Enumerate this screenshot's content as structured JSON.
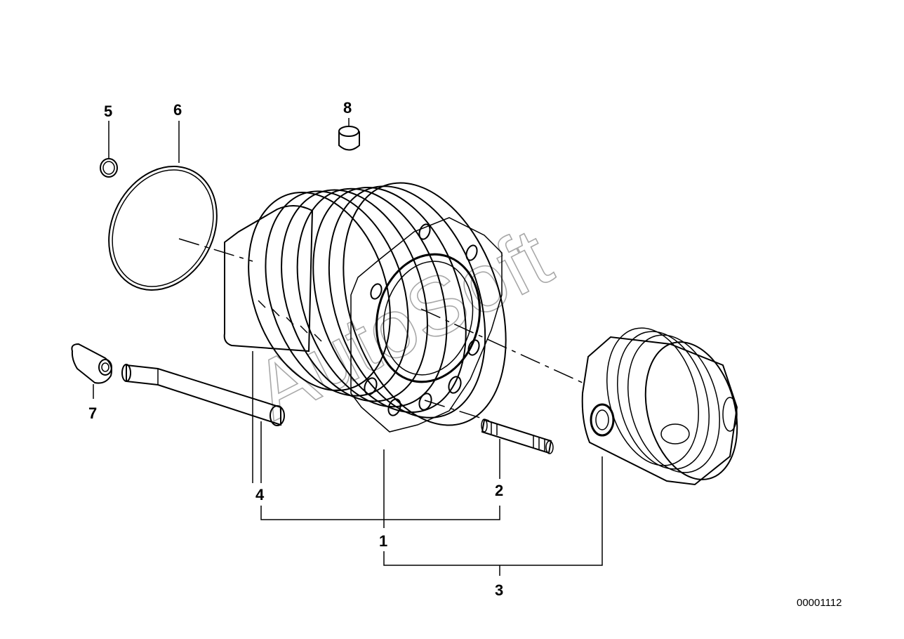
{
  "diagram": {
    "callouts": [
      {
        "id": "1",
        "label": "1"
      },
      {
        "id": "2",
        "label": "2"
      },
      {
        "id": "3",
        "label": "3"
      },
      {
        "id": "4",
        "label": "4"
      },
      {
        "id": "5",
        "label": "5"
      },
      {
        "id": "6",
        "label": "6"
      },
      {
        "id": "7",
        "label": "7"
      },
      {
        "id": "8",
        "label": "8"
      }
    ],
    "diagram_number": "00001112",
    "watermark": "AutoSoft"
  }
}
